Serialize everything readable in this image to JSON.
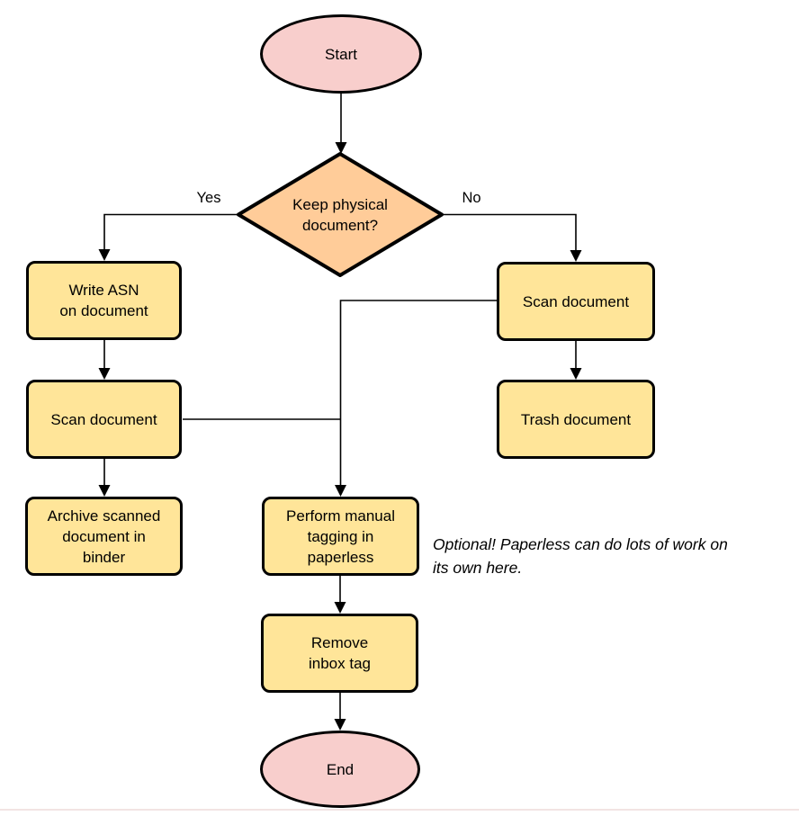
{
  "diagram": {
    "type": "flowchart",
    "nodes": {
      "start": {
        "label": "Start",
        "shape": "terminator"
      },
      "decision": {
        "label": "Keep physical\ndocument?",
        "shape": "decision"
      },
      "write_asn": {
        "label": "Write ASN\non document",
        "shape": "process"
      },
      "scan_left": {
        "label": "Scan document",
        "shape": "process"
      },
      "archive": {
        "label": "Archive scanned\ndocument in\nbinder",
        "shape": "process"
      },
      "scan_right": {
        "label": "Scan document",
        "shape": "process"
      },
      "trash": {
        "label": "Trash document",
        "shape": "process"
      },
      "tagging": {
        "label": "Perform manual\ntagging in\npaperless",
        "shape": "process"
      },
      "remove_inbox": {
        "label": "Remove\ninbox tag",
        "shape": "process"
      },
      "end": {
        "label": "End",
        "shape": "terminator"
      }
    },
    "edge_labels": {
      "yes": "Yes",
      "no": "No"
    },
    "edges": [
      {
        "from": "start",
        "to": "decision"
      },
      {
        "from": "decision",
        "to": "write_asn",
        "label": "Yes"
      },
      {
        "from": "decision",
        "to": "scan_right",
        "label": "No"
      },
      {
        "from": "write_asn",
        "to": "scan_left"
      },
      {
        "from": "scan_left",
        "to": "archive"
      },
      {
        "from": "scan_right",
        "to": "trash"
      },
      {
        "from": "scan_left",
        "to": "tagging"
      },
      {
        "from": "scan_right",
        "to": "tagging"
      },
      {
        "from": "tagging",
        "to": "remove_inbox"
      },
      {
        "from": "remove_inbox",
        "to": "end"
      }
    ],
    "note": "Optional! Paperless can do lots of work on\nits own here.",
    "colors": {
      "terminator_fill": "#F8CECC",
      "decision_fill": "#FFCC99",
      "process_fill": "#FFE599",
      "stroke": "#000000",
      "connector": "#000000",
      "background": "#FFFFFF",
      "bottom_divider": "#F2E4E3"
    }
  }
}
